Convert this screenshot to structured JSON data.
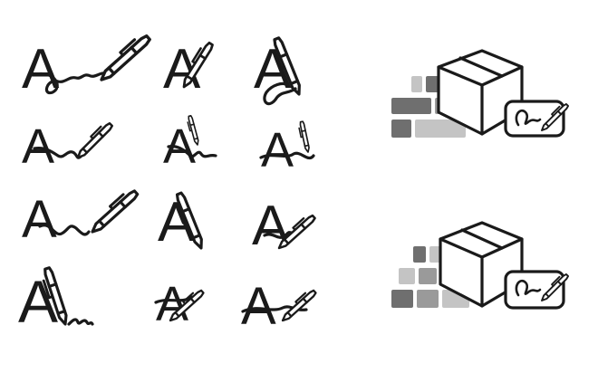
{
  "sheet": {
    "description_free": true,
    "signature_glyph": "A",
    "icons": [
      "signature-pen-icon-1",
      "signature-pen-icon-2",
      "signature-pen-icon-3",
      "signature-pen-icon-4",
      "signature-pen-icon-5",
      "signature-pen-icon-6",
      "signature-pen-icon-7",
      "signature-pen-icon-8",
      "signature-pen-icon-9",
      "signature-pen-icon-10",
      "signature-pen-icon-11",
      "signature-pen-icon-12",
      "signed-delivery-icon-1",
      "signed-delivery-icon-2"
    ]
  },
  "colors": {
    "ink": "#1a1a1a",
    "background": "#ffffff",
    "brick_dark": "#6f6f6f",
    "brick_mid": "#9a9a9a",
    "brick_light": "#c4c4c4"
  }
}
